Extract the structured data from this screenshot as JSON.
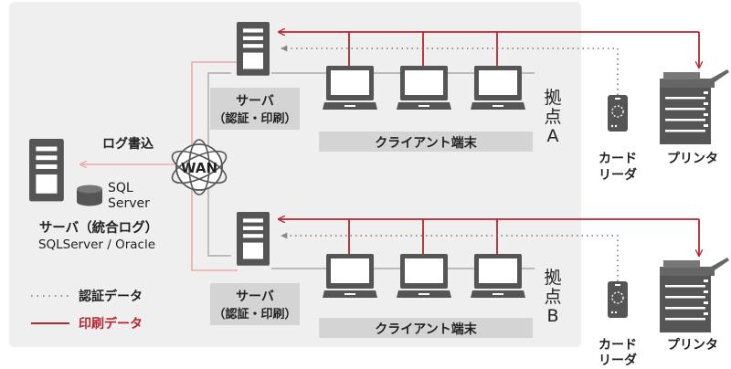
{
  "central_server": {
    "label": "サーバ（統合ログ）",
    "sublabel": "SQLServer / Oracle",
    "db_label_1": "SQL",
    "db_label_2": "Server"
  },
  "wan_label": "WAN",
  "log_write_label": "ログ書込",
  "sites": [
    {
      "name_part1": "拠",
      "name_part2": "点",
      "name_part3": "A",
      "server_label_1": "サーバ",
      "server_label_2": "（認証・印刷）",
      "clients_label": "クライアント端末",
      "card_reader_label_1": "カード",
      "card_reader_label_2": "リーダ",
      "printer_label": "プリンタ"
    },
    {
      "name_part1": "拠",
      "name_part2": "点",
      "name_part3": "B",
      "server_label_1": "サーバ",
      "server_label_2": "（認証・印刷）",
      "clients_label": "クライアント端末",
      "card_reader_label_1": "カード",
      "card_reader_label_2": "リーダ",
      "printer_label": "プリンタ"
    }
  ],
  "legend": {
    "auth_data_label": "認証データ",
    "print_data_label": "印刷データ"
  },
  "colors": {
    "panel": "#efefef",
    "print_line": "#b5262e",
    "log_line": "#f0a8a2",
    "device": "#555555",
    "label_box": "#d4d4d4",
    "connector": "#aaaaaa"
  }
}
